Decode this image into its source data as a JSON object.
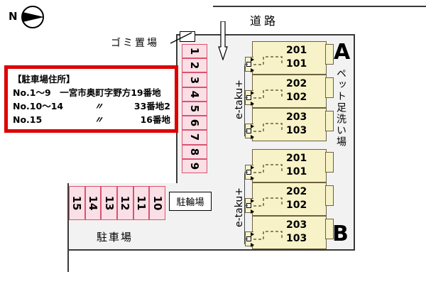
{
  "compass": {
    "label": "N",
    "icon": "north-arrow-icon"
  },
  "road": {
    "label": "道路",
    "entry_arrow_icon": "down-arrow-icon"
  },
  "trash": {
    "label": "ゴミ置場"
  },
  "address_box": {
    "title": "【駐車場住所】",
    "rows": [
      {
        "no": "No.1～9",
        "mid": "",
        "value": "",
        "full": "No.1～9　一宮市奥町字野方19番地"
      },
      {
        "no": "No.10～14",
        "mid": "〃",
        "value": "33番地2",
        "full": ""
      },
      {
        "no": "No.15",
        "mid": "〃",
        "value": "16番地",
        "full": ""
      }
    ]
  },
  "parking": {
    "vertical_stalls": [
      "1",
      "2",
      "3",
      "4",
      "5",
      "6",
      "7",
      "8",
      "9"
    ],
    "horizontal_stalls": [
      "15",
      "14",
      "13",
      "12",
      "11",
      "10"
    ],
    "bike_park_label": "駐輪場",
    "car_park_label_lower": "駐車場"
  },
  "facilities": {
    "pet_wash_label": "ペット足洗い場",
    "etaku_label_a": "e-taku+",
    "etaku_label_b": "e-taku+"
  },
  "buildings": [
    {
      "letter": "A",
      "units": [
        {
          "upper": "201",
          "lower": "101"
        },
        {
          "upper": "202",
          "lower": "102"
        },
        {
          "upper": "203",
          "lower": "103"
        }
      ]
    },
    {
      "letter": "B",
      "units": [
        {
          "upper": "201",
          "lower": "101"
        },
        {
          "upper": "202",
          "lower": "102"
        },
        {
          "upper": "203",
          "lower": "103"
        }
      ]
    }
  ],
  "colors": {
    "stall_fill": "#fbdfe6",
    "stall_border": "#d9536f",
    "building_fill": "#f8f2c8",
    "building_border": "#6b6140",
    "site_fill": "#f2f2f2",
    "site_border": "#3a3a3a",
    "address_border": "#dd0000"
  }
}
